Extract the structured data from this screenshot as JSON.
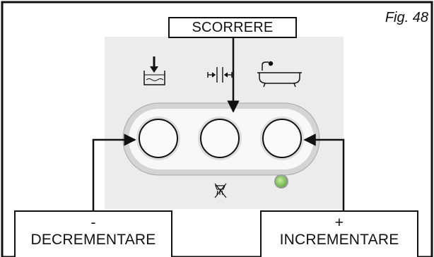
{
  "figure": {
    "caption": "Fig. 48"
  },
  "labels": {
    "scroll": "SCORRERE",
    "decrement_symbol": "-",
    "decrement": "DECREMENTARE",
    "increment_symbol": "+",
    "increment": "INCREMENTARE"
  },
  "icons": {
    "left": "fill-tub-icon",
    "middle": "flow-adjust-icon",
    "right": "bathtub-icon",
    "below_middle": "no-shower-icon"
  },
  "colors": {
    "frame": "#111111",
    "panel": "#ececec",
    "button": "#fafafa",
    "led": "#8cc860"
  }
}
